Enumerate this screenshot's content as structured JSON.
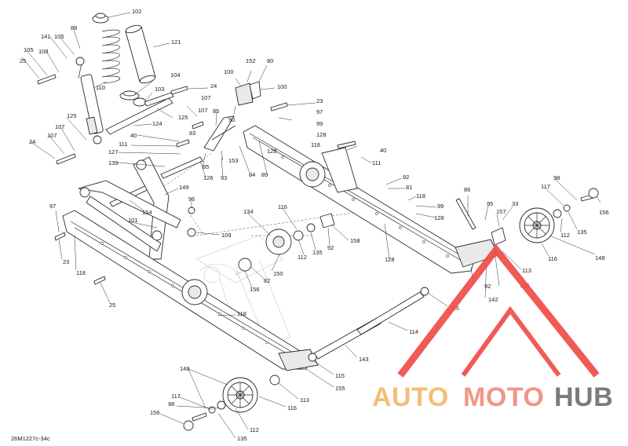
{
  "diagram": {
    "code": "26M1227c-34c",
    "callouts": [
      {
        "id": "c102a",
        "text": "102"
      },
      {
        "id": "c88",
        "text": "88"
      },
      {
        "id": "c121",
        "text": "121"
      },
      {
        "id": "c141",
        "text": "141"
      },
      {
        "id": "c105a",
        "text": "105"
      },
      {
        "id": "c105b",
        "text": "105"
      },
      {
        "id": "c108",
        "text": "108"
      },
      {
        "id": "c25a",
        "text": "25"
      },
      {
        "id": "c104",
        "text": "104"
      },
      {
        "id": "c110",
        "text": "110"
      },
      {
        "id": "c103",
        "text": "103"
      },
      {
        "id": "c125a",
        "text": "125"
      },
      {
        "id": "c125b",
        "text": "125"
      },
      {
        "id": "c107a",
        "text": "107"
      },
      {
        "id": "c107b",
        "text": "107"
      },
      {
        "id": "c107c",
        "text": "107"
      },
      {
        "id": "c107d",
        "text": "107"
      },
      {
        "id": "c24a",
        "text": "24"
      },
      {
        "id": "c24b",
        "text": "24"
      },
      {
        "id": "c124",
        "text": "124"
      },
      {
        "id": "c100a",
        "text": "100"
      },
      {
        "id": "c152",
        "text": "152"
      },
      {
        "id": "c80",
        "text": "80"
      },
      {
        "id": "c100b",
        "text": "100"
      },
      {
        "id": "c90",
        "text": "90"
      },
      {
        "id": "c23a",
        "text": "23"
      },
      {
        "id": "c97a",
        "text": "97"
      },
      {
        "id": "c99a",
        "text": "99"
      },
      {
        "id": "c128a",
        "text": "128"
      },
      {
        "id": "c118a",
        "text": "118"
      },
      {
        "id": "c128b",
        "text": "128"
      },
      {
        "id": "c40a",
        "text": "40"
      },
      {
        "id": "c40b",
        "text": "40"
      },
      {
        "id": "c111a",
        "text": "111"
      },
      {
        "id": "c111b",
        "text": "111"
      },
      {
        "id": "c85a",
        "text": "85"
      },
      {
        "id": "c85b",
        "text": "85"
      },
      {
        "id": "c83",
        "text": "83"
      },
      {
        "id": "c127",
        "text": "127"
      },
      {
        "id": "c139",
        "text": "139"
      },
      {
        "id": "c153",
        "text": "153"
      },
      {
        "id": "c84",
        "text": "84"
      },
      {
        "id": "c89",
        "text": "89"
      },
      {
        "id": "c126",
        "text": "126"
      },
      {
        "id": "c93",
        "text": "93"
      },
      {
        "id": "c92a",
        "text": "92"
      },
      {
        "id": "c81",
        "text": "81"
      },
      {
        "id": "c118b",
        "text": "118"
      },
      {
        "id": "c99b",
        "text": "99"
      },
      {
        "id": "c128c",
        "text": "128"
      },
      {
        "id": "c86",
        "text": "86"
      },
      {
        "id": "c95",
        "text": "95"
      },
      {
        "id": "c33",
        "text": "33"
      },
      {
        "id": "c157",
        "text": "157"
      },
      {
        "id": "c98a",
        "text": "98"
      },
      {
        "id": "c117a",
        "text": "117"
      },
      {
        "id": "c156a",
        "text": "156"
      },
      {
        "id": "c112a",
        "text": "112"
      },
      {
        "id": "c135a",
        "text": "135"
      },
      {
        "id": "c148a",
        "text": "148"
      },
      {
        "id": "c116a",
        "text": "116"
      },
      {
        "id": "c113a",
        "text": "113"
      },
      {
        "id": "c155a",
        "text": "155"
      },
      {
        "id": "c142",
        "text": "142"
      },
      {
        "id": "c92b",
        "text": "92"
      },
      {
        "id": "c115a",
        "text": "115"
      },
      {
        "id": "c128d",
        "text": "128"
      },
      {
        "id": "c97b",
        "text": "97"
      },
      {
        "id": "c23b",
        "text": "23"
      },
      {
        "id": "c118c",
        "text": "118"
      },
      {
        "id": "c25b",
        "text": "25"
      },
      {
        "id": "c149",
        "text": "149"
      },
      {
        "id": "c154",
        "text": "154"
      },
      {
        "id": "c96",
        "text": "96"
      },
      {
        "id": "c101",
        "text": "101"
      },
      {
        "id": "c109",
        "text": "109"
      },
      {
        "id": "c134",
        "text": "134"
      },
      {
        "id": "c116b",
        "text": "116"
      },
      {
        "id": "c112b",
        "text": "112"
      },
      {
        "id": "c135b",
        "text": "135"
      },
      {
        "id": "c92c",
        "text": "92"
      },
      {
        "id": "c158",
        "text": "158"
      },
      {
        "id": "c150",
        "text": "150"
      },
      {
        "id": "c82",
        "text": "82"
      },
      {
        "id": "c156b",
        "text": "156"
      },
      {
        "id": "c118d",
        "text": "118"
      },
      {
        "id": "c114",
        "text": "114"
      },
      {
        "id": "c143",
        "text": "143"
      },
      {
        "id": "c115b",
        "text": "115"
      },
      {
        "id": "c155b",
        "text": "155"
      },
      {
        "id": "c113b",
        "text": "113"
      },
      {
        "id": "c116c",
        "text": "116"
      },
      {
        "id": "c148b",
        "text": "148"
      },
      {
        "id": "c117b",
        "text": "117"
      },
      {
        "id": "c98b",
        "text": "98"
      },
      {
        "id": "c156c",
        "text": "156"
      },
      {
        "id": "c112c",
        "text": "112"
      },
      {
        "id": "c135c",
        "text": "135"
      }
    ]
  },
  "watermark": {
    "word_auto": "AUTO",
    "word_moto": "MOTO",
    "word_hub": "HUB",
    "color_auto": "#f2b86a",
    "color_moto": "#f08a7c",
    "color_hub": "#6d6d6d",
    "triangle_color": "#ef4a44"
  }
}
